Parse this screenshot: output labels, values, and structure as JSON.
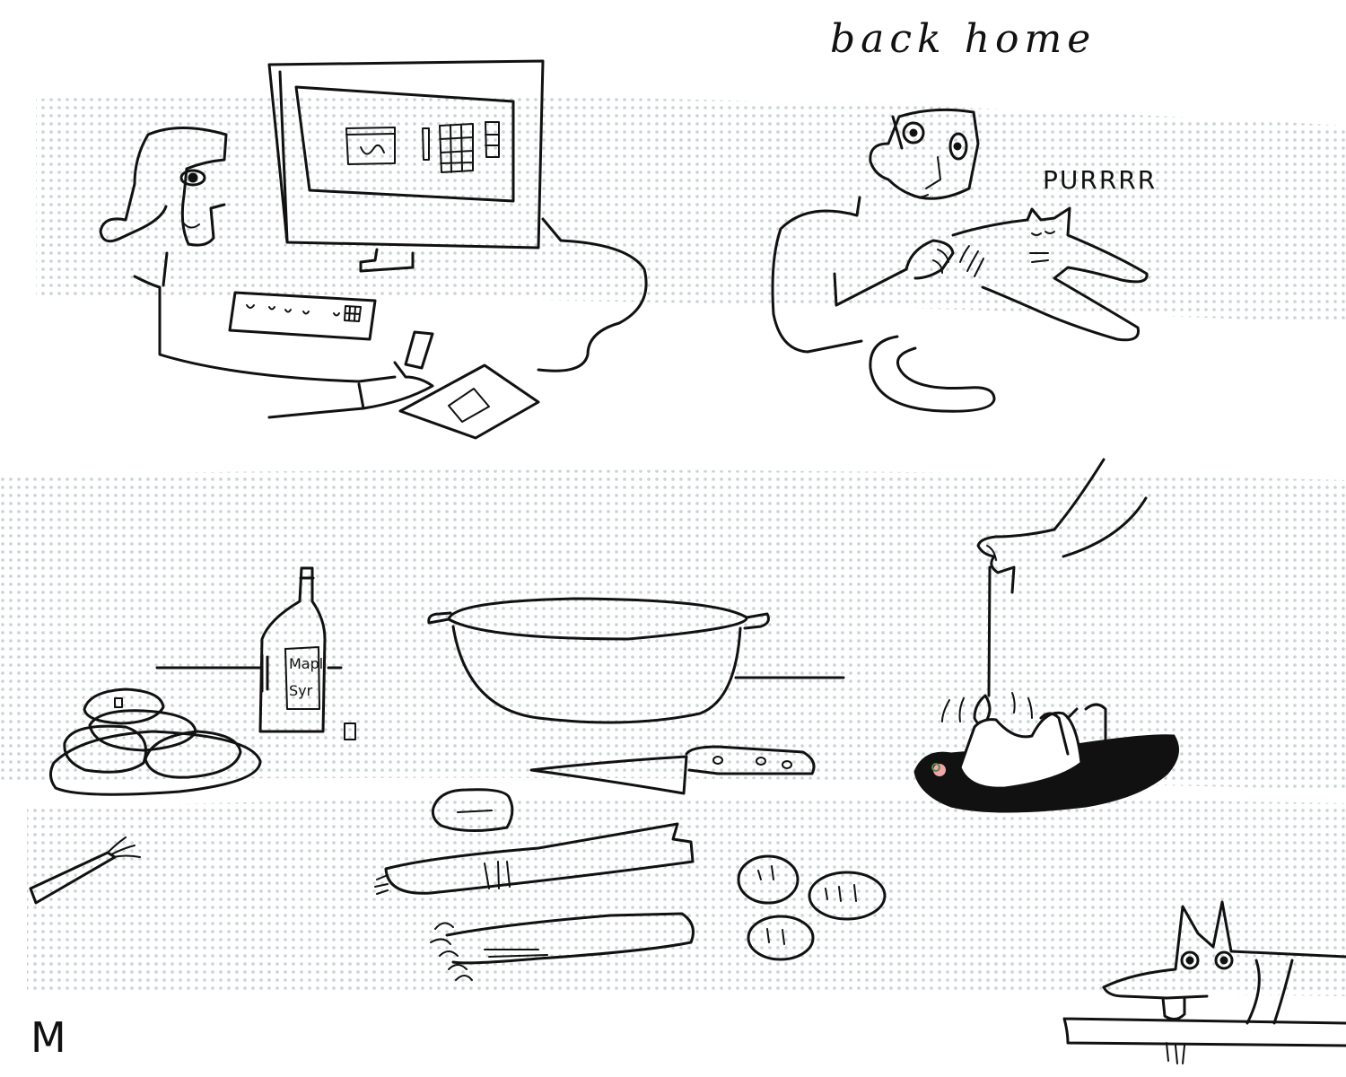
{
  "comic": {
    "title": "back home",
    "purr": "PURRRR",
    "syrup_label_line1": "Mapl",
    "syrup_label_line2": "Syr",
    "signature": "M"
  },
  "colors": {
    "ink": "#111111",
    "dot_band": "#c9d3d6",
    "paper": "#ffffff",
    "accent_pink": "#f4a6a6",
    "accent_green": "#4f8a55"
  }
}
